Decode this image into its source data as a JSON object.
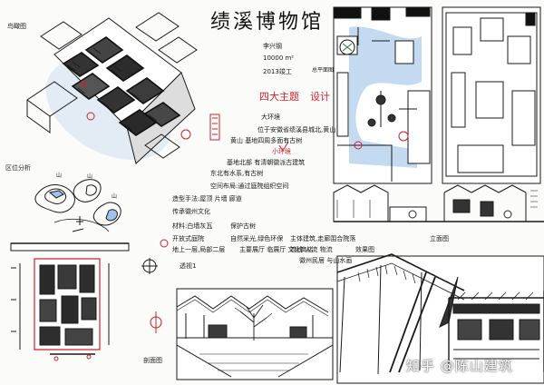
{
  "title": "绩溪博物馆",
  "labels": {
    "birdseye": "鸟瞰图",
    "site_analysis": "区位分析",
    "plan_label": "总平面图",
    "elevation": "立面图",
    "section": "剖面图",
    "perspective": "透视1"
  },
  "info": {
    "architect": "李兴钢",
    "area": "10000 m²",
    "year": "2013竣工",
    "concept_tag": "四大主题",
    "concept_red": "设计",
    "env_heading": "大环境",
    "env_line1": "位于安徽省绩溪县城北,黄山",
    "env_line2": "黄山 基地四周多面有古树",
    "small_env": "小环境",
    "notes": [
      "基地北部 有清朝徽派古建筑",
      "东北有水系,有古树",
      "空间布局:通过庭院组织空间",
      "造型手法:屋顶 片墙 廊道",
      "传承徽州文化",
      "材料:白墙灰瓦",
      "保护古树",
      "开放式庭院",
      "自然采光,绿色环保",
      "地上一层,局部二层",
      "主要展厅 临展厅 文化商店",
      "主体建筑,走廊围合院落",
      "流线:人流 物流",
      "徽州民居 与山水画",
      "效果图"
    ]
  },
  "watermark": "知乎 @陈山建筑",
  "colors": {
    "ink": "#1a1a1a",
    "red": "#d21f2a",
    "blue": "#9fc3e6",
    "marker": "#3a3a3a"
  }
}
